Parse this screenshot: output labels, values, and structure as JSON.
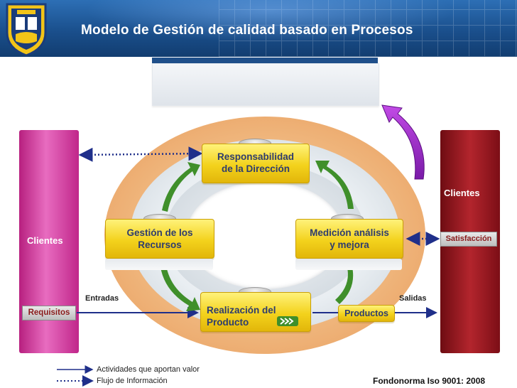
{
  "header": {
    "title": "Modelo de Gestión de calidad basado en Procesos",
    "logo_icon": "university-seal-icon"
  },
  "left_panel": {
    "label": "Clientes",
    "tag": "Requisitos"
  },
  "right_panel": {
    "label": "Clientes",
    "tag": "Satisfacción"
  },
  "nodes": {
    "top": {
      "line1": "Responsabilidad",
      "line2": "de la Dirección"
    },
    "left": {
      "line1": "Gestión de los",
      "line2": "Recursos"
    },
    "right": {
      "line1": "Medición análisis",
      "line2": "y mejora"
    },
    "bottom": {
      "line1": "Realización del",
      "line2": "Producto"
    }
  },
  "flow": {
    "entradas": "Entradas",
    "salidas": "Salidas",
    "productos": "Productos"
  },
  "legend": {
    "solid": "Actividades que aportan valor",
    "dotted": "Flujo de Información"
  },
  "footer": {
    "standard": "Fondonorma Iso 9001: 2008"
  },
  "colors": {
    "header": "#1a4f8c",
    "node": "#f3d21c",
    "arrow_green": "#3f8f2a",
    "info_flow": "#1f2f8a",
    "feedback_arrow": "#a62bd6"
  }
}
